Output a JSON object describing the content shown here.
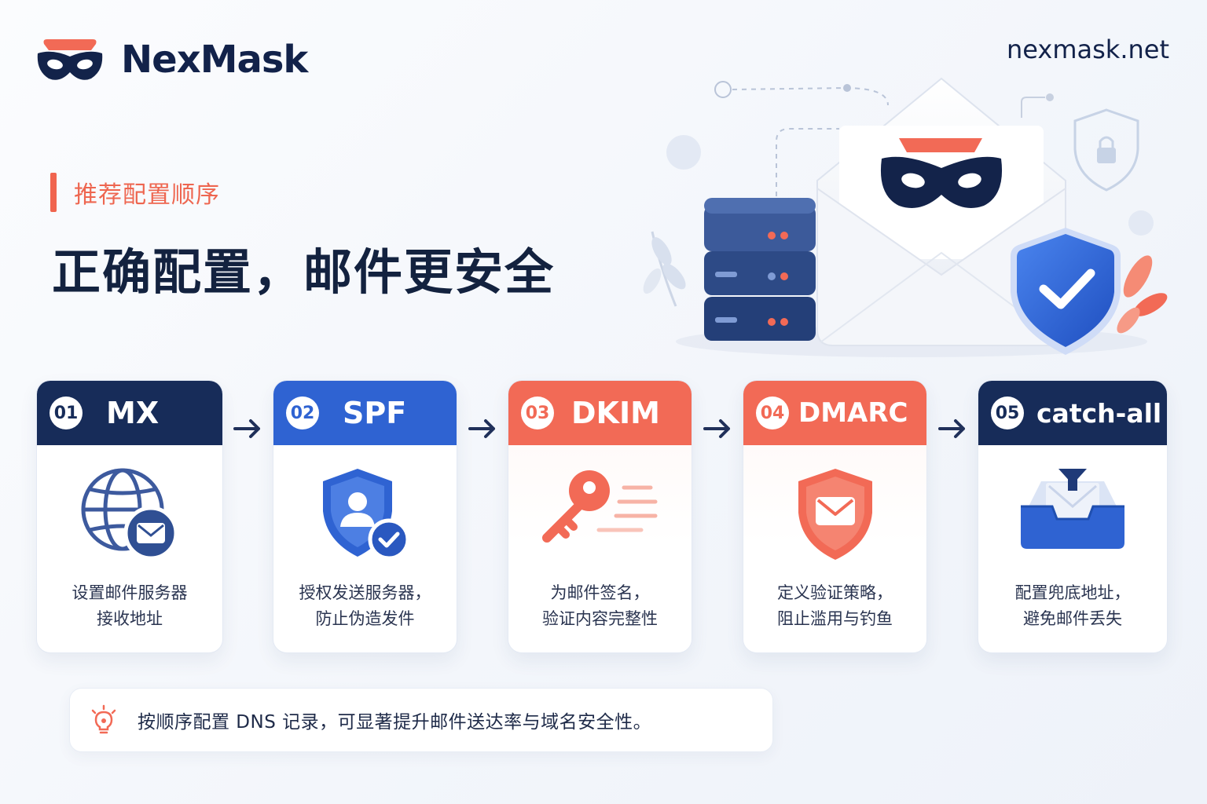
{
  "brand": {
    "name": "NexMask",
    "domain": "nexmask.net"
  },
  "hero": {
    "eyebrow": "推荐配置顺序",
    "headline": "正确配置，邮件更安全"
  },
  "colors": {
    "navy": "#172c59",
    "blue": "#2f63d2",
    "coral": "#f26a56",
    "bg": "#f3f6fb"
  },
  "steps": [
    {
      "number": "01",
      "label": "MX",
      "line1": "设置邮件服务器",
      "line2": "接收地址",
      "icon": "globe-mail-icon"
    },
    {
      "number": "02",
      "label": "SPF",
      "line1": "授权发送服务器，",
      "line2": "防止伪造发件",
      "icon": "shield-user-check-icon"
    },
    {
      "number": "03",
      "label": "DKIM",
      "line1": "为邮件签名，",
      "line2": "验证内容完整性",
      "icon": "key-icon"
    },
    {
      "number": "04",
      "label": "DMARC",
      "line1": "定义验证策略，",
      "line2": "阻止滥用与钓鱼",
      "icon": "shield-mail-icon"
    },
    {
      "number": "05",
      "label": "catch-all",
      "line1": "配置兜底地址，",
      "line2": "避免邮件丢失",
      "icon": "inbox-tray-icon"
    }
  ],
  "tip": {
    "text": "按顺序配置 DNS 记录，可显著提升邮件送达率与域名安全性。",
    "icon": "lightbulb-icon"
  }
}
